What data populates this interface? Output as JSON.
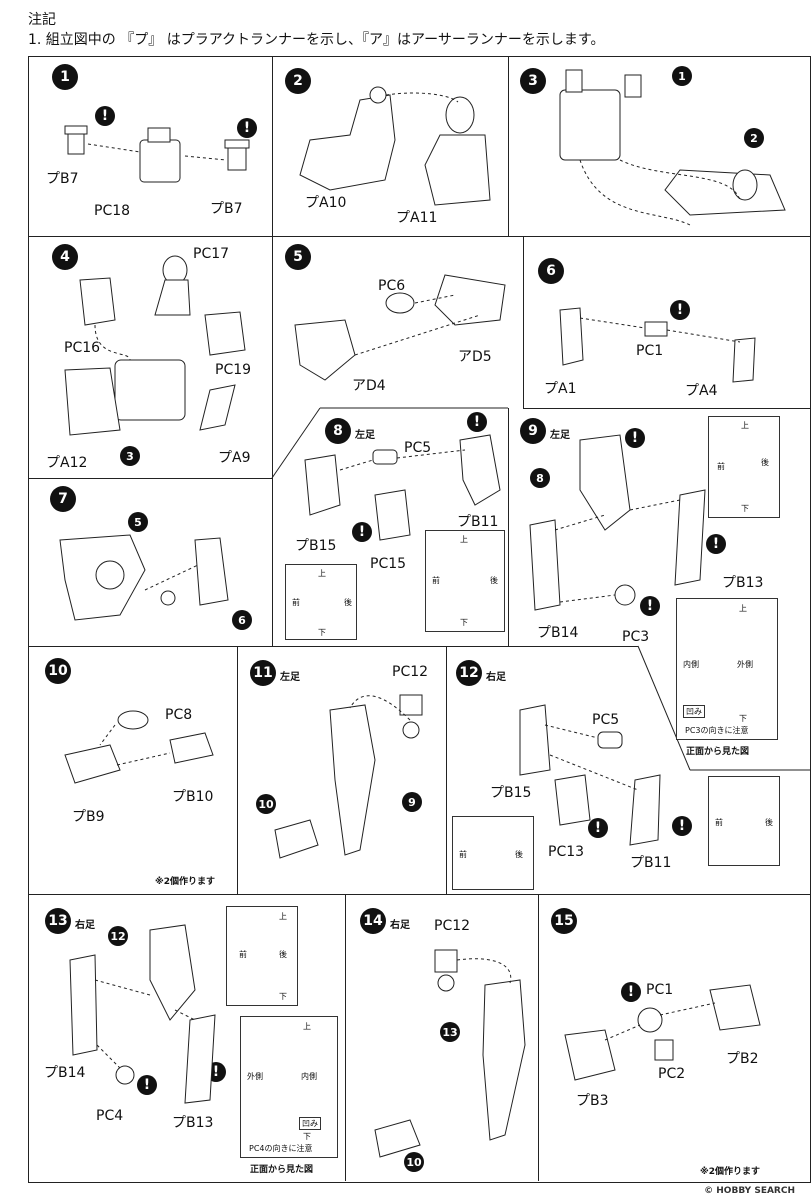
{
  "note": {
    "heading": "注記",
    "line1": "1. 組立図中の 『プ』 はプラアクトランナーを示し、『ア』はアーサーランナーを示します。"
  },
  "steps": {
    "s1": {
      "num": "1",
      "labels": [
        "プB7",
        "PC18",
        "プB7"
      ]
    },
    "s2": {
      "num": "2",
      "labels": [
        "プA10",
        "プA11"
      ]
    },
    "s3": {
      "num": "3",
      "refs": [
        "1",
        "2"
      ]
    },
    "s4": {
      "num": "4",
      "labels": [
        "PC17",
        "PC16",
        "PC19",
        "プA12",
        "プA9"
      ],
      "ref": "3"
    },
    "s5": {
      "num": "5",
      "labels": [
        "PC6",
        "アD5",
        "アD4"
      ]
    },
    "s6": {
      "num": "6",
      "labels": [
        "PC1",
        "プA1",
        "プA4"
      ]
    },
    "s7": {
      "num": "7",
      "refs": [
        "5",
        "6"
      ]
    },
    "s8": {
      "num": "8",
      "side": "左足",
      "labels": [
        "PC5",
        "プB11",
        "プB15",
        "PC15"
      ],
      "inset": {
        "top": "上",
        "front": "前",
        "back": "後",
        "bottom": "下"
      }
    },
    "s9": {
      "num": "9",
      "side": "左足",
      "ref": "8",
      "labels": [
        "プB13",
        "プB14",
        "PC3"
      ],
      "inset1": {
        "top": "上",
        "front": "前",
        "back": "後",
        "bottom": "下"
      },
      "inset2": {
        "top": "上",
        "inner": "内側",
        "outer": "外側",
        "dent": "凹み",
        "bottom": "下",
        "note": "PC3の向きに注意"
      },
      "caption": "正面から見た図"
    },
    "s10": {
      "num": "10",
      "labels": [
        "PC8",
        "プB9",
        "プB10"
      ],
      "note": "※2個作ります"
    },
    "s11": {
      "num": "11",
      "side": "左足",
      "labels": [
        "PC12"
      ],
      "refs": [
        "10",
        "9"
      ]
    },
    "s12": {
      "num": "12",
      "side": "右足",
      "labels": [
        "PC5",
        "プB15",
        "PC13",
        "プB11"
      ],
      "inset": {
        "front": "前",
        "back": "後"
      }
    },
    "s13": {
      "num": "13",
      "side": "右足",
      "ref": "12",
      "labels": [
        "プB14",
        "PC4",
        "プB13"
      ],
      "inset1": {
        "top": "上",
        "front": "前",
        "back": "後",
        "bottom": "下"
      },
      "inset2": {
        "top": "上",
        "outer": "外側",
        "inner": "内側",
        "dent": "凹み",
        "bottom": "下",
        "note": "PC4の向きに注意"
      },
      "caption": "正面から見た図"
    },
    "s14": {
      "num": "14",
      "side": "右足",
      "labels": [
        "PC12"
      ],
      "refs": [
        "13",
        "10"
      ]
    },
    "s15": {
      "num": "15",
      "labels": [
        "PC1",
        "プB2",
        "プB3",
        "PC2"
      ],
      "note": "※2個作ります"
    }
  },
  "excl": "!",
  "watermark": "© HOBBY SEARCH"
}
